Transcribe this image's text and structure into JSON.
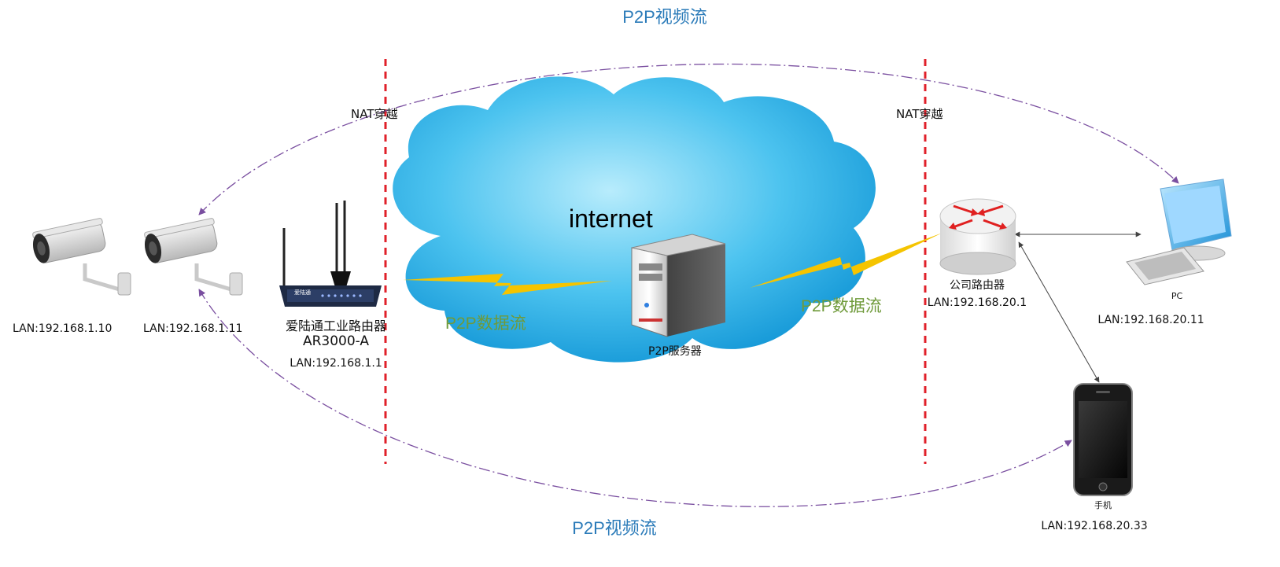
{
  "labels": {
    "video_flow_top": "P2P视频流",
    "video_flow_bottom": "P2P视频流",
    "nat_left": "NAT穿越",
    "nat_right": "NAT穿越",
    "internet": "internet",
    "data_flow_left": "P2P数据流",
    "data_flow_right": "P2P数据流",
    "p2p_server": "P2P服务器"
  },
  "devices": {
    "camera1": {
      "lan": "LAN:192.168.1.10"
    },
    "camera2": {
      "lan": "LAN:192.168.1.11"
    },
    "industrial_router": {
      "name": "爱陆通工业路由器",
      "model": "AR3000-A",
      "lan": "LAN:192.168.1.1",
      "brand": "爱陆通"
    },
    "company_router": {
      "name": "公司路由器",
      "lan": "LAN:192.168.20.1"
    },
    "pc": {
      "name": "PC",
      "lan": "LAN:192.168.20.11"
    },
    "phone": {
      "name": "手机",
      "lan": "LAN:192.168.20.33"
    }
  },
  "colors": {
    "nat_line": "#e0202a",
    "video_arrow": "#7a4fa0",
    "cloud_inner": "#a8e2f8",
    "cloud_outer": "#1aa3dd",
    "lightning": "#f5c400",
    "title_blue": "#2b7bb9",
    "flow_green": "#6f9a3a"
  }
}
